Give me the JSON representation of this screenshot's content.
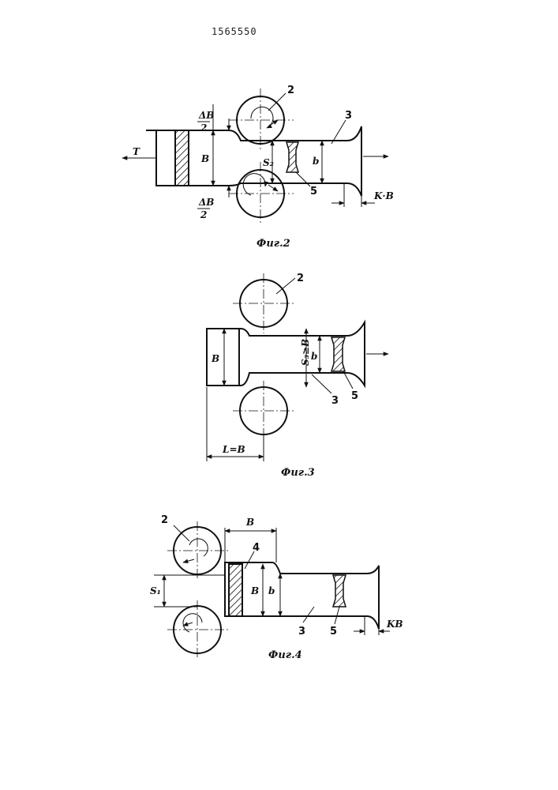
{
  "patent_number": "1565550",
  "fig2": {
    "caption": "Фиг.2",
    "label_roll": "2",
    "label_strip": "3",
    "label_insert": "5",
    "dim_delta_top_num": "ΔB",
    "dim_delta_top_den": "2",
    "dim_delta_bot_num": "ΔB",
    "dim_delta_bot_den": "2",
    "dim_B": "B",
    "dim_S2": "S₂",
    "dim_b": "b",
    "dim_KB": "K·B",
    "arrow_T": "T"
  },
  "fig3": {
    "caption": "Фиг.3",
    "label_roll": "2",
    "label_strip": "3",
    "label_insert": "5",
    "dim_B": "B",
    "dim_S3": "S₃≥B",
    "dim_b": "b",
    "dim_L": "L=B"
  },
  "fig4": {
    "caption": "Фиг.4",
    "label_roll": "2",
    "label_blank": "4",
    "label_strip": "3",
    "label_insert": "5",
    "dim_B_top": "B",
    "dim_B": "B",
    "dim_b": "b",
    "dim_S1": "S₁",
    "dim_KB": "KB"
  }
}
